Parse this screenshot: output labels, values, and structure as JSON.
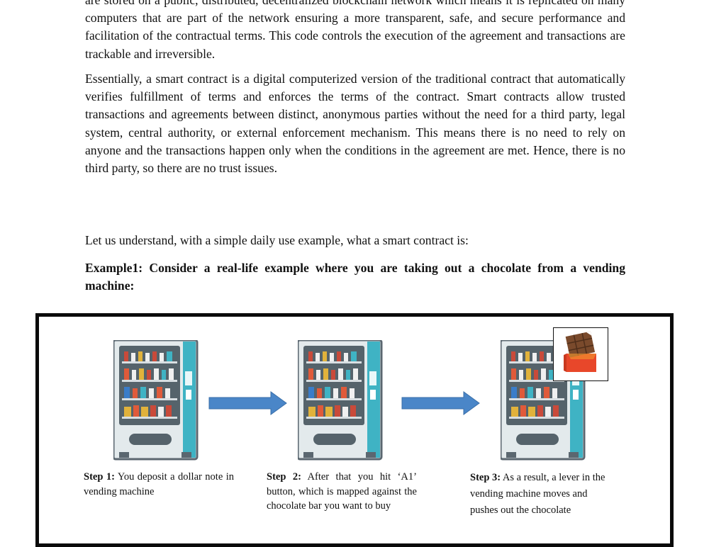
{
  "doc": {
    "para_cut_top": "are stored on a public, distributed, decentralized blockchain network which means it is",
    "para1_rest": "replicated on many computers that are part of the network ensuring a more transparent, safe, and secure performance and facilitation of the contractual terms. This code controls the execution of the agreement and transactions are trackable and irreversible.",
    "para2": "Essentially, a smart contract is a digital computerized version of the traditional contract that automatically verifies fulfillment of terms and enforces the terms of the contract. Smart contracts allow trusted transactions and agreements between distinct, anonymous parties without the need for a third party, legal system, central authority, or external enforcement mechanism. This means there is no need to rely on anyone and the transactions happen only when the conditions in the agreement are met. Hence, there is no third party, so there are no trust issues.",
    "para3": "Let us understand, with a simple daily use example, what a smart contract is:",
    "example_heading": "Example1: Consider a real-life example where you are taking out a chocolate from a vending machine:"
  },
  "figure": {
    "steps": [
      {
        "label": "Step 1:",
        "text": " You deposit a dollar note in vending machine"
      },
      {
        "label": "Step 2:",
        "text": " After that you hit ‘A1’ button, which is mapped against the chocolate bar you want to buy"
      },
      {
        "label": "Step 3:",
        "text": " As a result, a lever in the vending machine moves and pushes out the chocolate"
      }
    ],
    "colors": {
      "machine_body": "#dfe6e8",
      "machine_frame": "#5b6770",
      "machine_side": "#3fb3c4",
      "arrow": "#4a86c8",
      "chocolate": "#7a4a2c",
      "wrapper": "#e8472a"
    }
  }
}
